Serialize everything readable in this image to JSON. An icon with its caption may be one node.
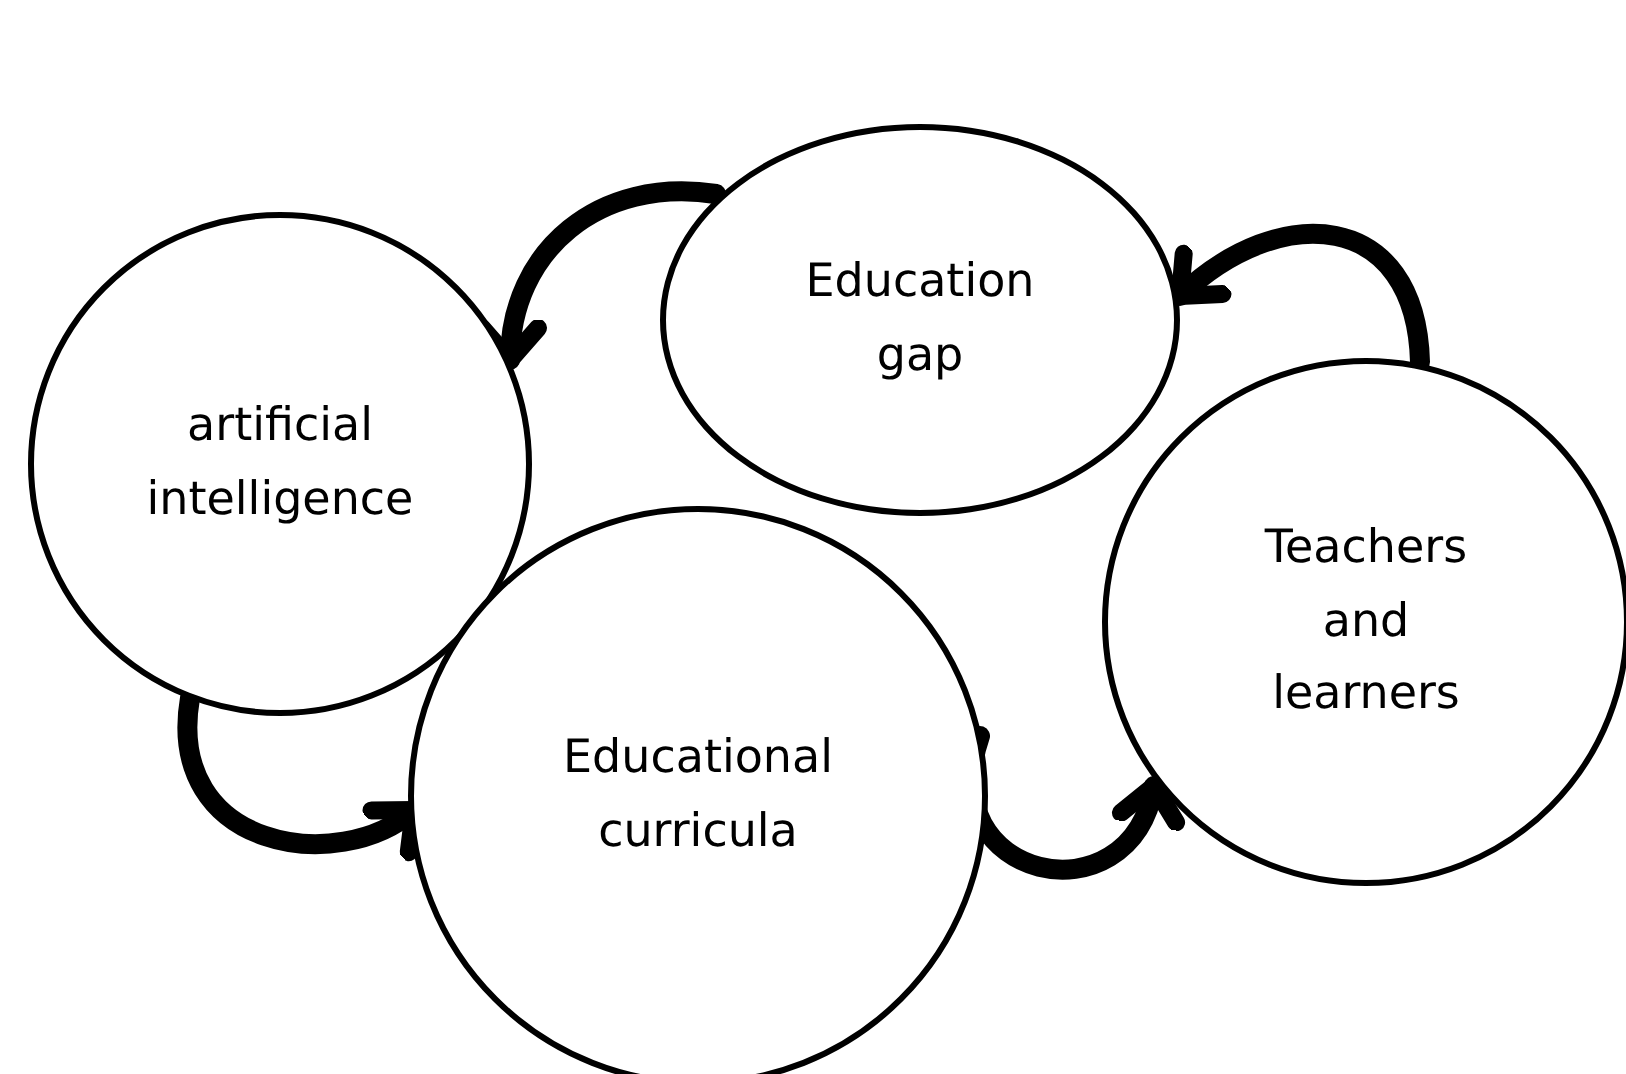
{
  "diagram": {
    "nodes": [
      {
        "text": [
          "Education gap"
        ]
      },
      {
        "text": [
          "artificial intelligence"
        ]
      },
      {
        "text": [
          "Educational curricula"
        ]
      },
      {
        "text": [
          "Teachers and learners"
        ]
      }
    ],
    "edges": [
      {
        "from": 3,
        "to": 0,
        "arrow": "to"
      },
      {
        "from": 0,
        "to": 1,
        "arrow": "to"
      },
      {
        "from": 1,
        "to": 2,
        "arrow": "to"
      },
      {
        "from": 2,
        "to": 3,
        "arrow": "to"
      }
    ]
  }
}
